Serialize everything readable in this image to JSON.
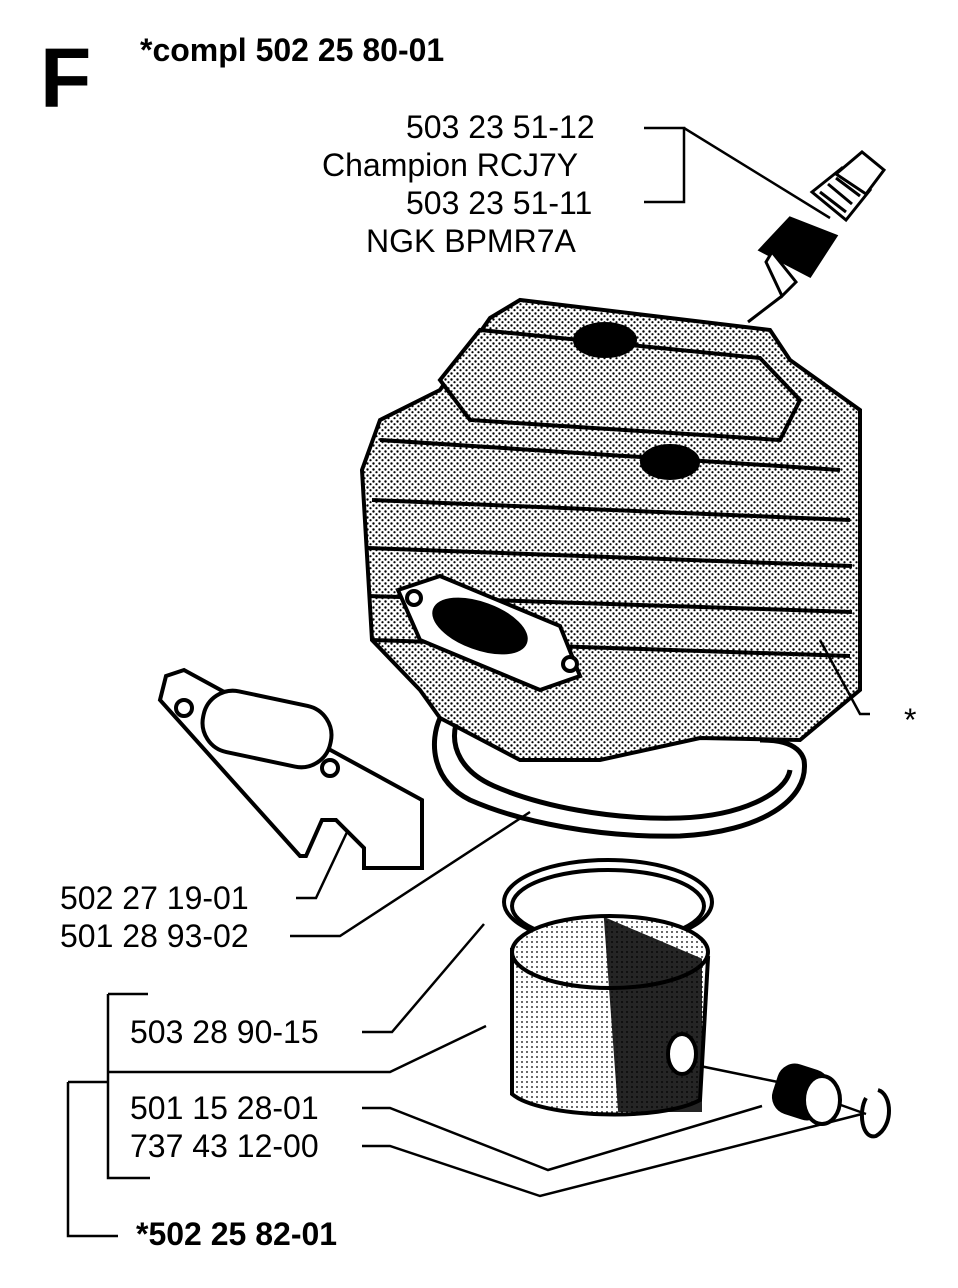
{
  "section_letter": "F",
  "kit_title": "*compl 502  25 80-01",
  "callouts": {
    "plug_champion_pn": "503 23 51-12",
    "plug_champion_name": "Champion RCJ7Y",
    "plug_ngk_pn": "503 23 51-11",
    "plug_ngk_name": "NGK BPMR7A",
    "cylinder_star": "*",
    "exhaust_gasket": "502 27 19-01",
    "base_gasket": "501 28 93-02",
    "piston_ring": "503 28 90-15",
    "piston_pin": "501 15 28-01",
    "needle_bearing": "737 43 12-00",
    "piston_kit": "*502 25 82-01"
  },
  "colors": {
    "ink": "#000000",
    "paper": "#ffffff",
    "shade": "#9a9a9a"
  }
}
